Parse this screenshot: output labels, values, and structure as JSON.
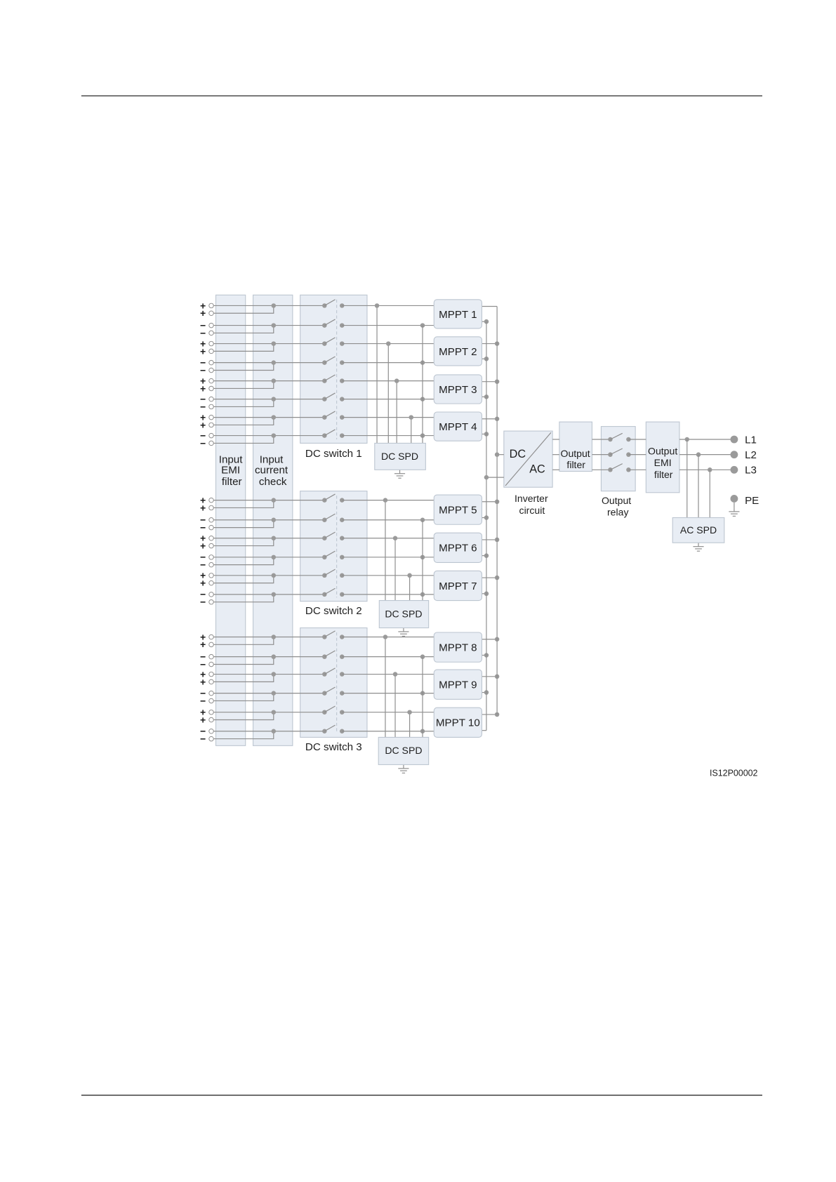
{
  "document": {
    "figure_code": "IS12P00002"
  },
  "colors": {
    "block_fill": "#e8edf4",
    "block_outline": "#bcc5d0",
    "wire": "#8e8e8e",
    "junction": "#9a9a9a",
    "text": "#1e1e1e",
    "rule": "#3c3c3c"
  },
  "inputs": {
    "groups": [
      {
        "signs": [
          "+",
          "+",
          "−",
          "−",
          "+",
          "+",
          "−",
          "−",
          "+",
          "+",
          "−",
          "−",
          "+",
          "+",
          "−",
          "−"
        ]
      },
      {
        "signs": [
          "+",
          "+",
          "−",
          "−",
          "+",
          "+",
          "−",
          "−",
          "+",
          "+",
          "−",
          "−"
        ]
      },
      {
        "signs": [
          "+",
          "+",
          "−",
          "−",
          "+",
          "+",
          "−",
          "−",
          "+",
          "+",
          "−",
          "−"
        ]
      }
    ]
  },
  "labels": {
    "input_emi_filter": [
      "Input",
      "EMI",
      "filter"
    ],
    "input_current_check": [
      "Input",
      "current",
      "check"
    ],
    "dc_switch": [
      "DC switch 1",
      "DC switch 2",
      "DC switch 3"
    ],
    "dc_spd": [
      "DC SPD",
      "DC SPD",
      "DC SPD"
    ],
    "mppt": [
      "MPPT 1",
      "MPPT 2",
      "MPPT 3",
      "MPPT 4",
      "MPPT 5",
      "MPPT 6",
      "MPPT 7",
      "MPPT 8",
      "MPPT 9",
      "MPPT 10"
    ],
    "inverter": {
      "dc": "DC",
      "ac": "AC",
      "caption": [
        "Inverter",
        "circuit"
      ]
    },
    "output_filter": [
      "Output",
      "filter"
    ],
    "output_relay": [
      "Output",
      "relay"
    ],
    "output_emi_filter": [
      "Output",
      "EMI",
      "filter"
    ],
    "ac_spd": "AC SPD",
    "ac_terminals": [
      "L1",
      "L2",
      "L3",
      "PE"
    ]
  }
}
